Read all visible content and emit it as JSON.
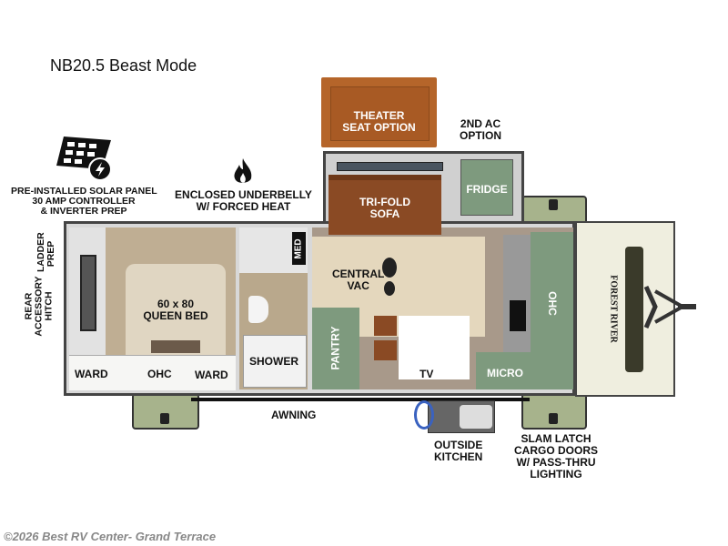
{
  "title": "NB20.5 Beast Mode",
  "callouts": {
    "theater_seat": "THEATER\nSEAT OPTION",
    "second_ac": "2ND AC\nOPTION",
    "solar": "PRE-INSTALLED SOLAR PANEL\n30 AMP CONTROLLER\n& INVERTER PREP",
    "underbelly": "ENCLOSED UNDERBELLY\nW/ FORCED HEAT",
    "ladder": "LADDER\nPREP",
    "hitch": "REAR\nACCESSORY\nHITCH",
    "awning": "AWNING",
    "outside_kitchen": "OUTSIDE\nKITCHEN",
    "cargo_doors": "SLAM LATCH\nCARGO DOORS\nW/ PASS-THRU\nLIGHTING"
  },
  "rooms": {
    "bed": "60 x 80\nQUEEN BED",
    "ward_left": "WARD",
    "ohc_rear": "OHC",
    "ward_right": "WARD",
    "med": "MED",
    "shower": "SHOWER",
    "sofa": "TRI-FOLD\nSOFA",
    "fridge": "FRIDGE",
    "central_vac": "CENTRAL\nVAC",
    "pantry": "PANTRY",
    "tv": "TV",
    "micro": "MICRO",
    "ohc_front": "OHC",
    "brand": "FOREST RIVER"
  },
  "colors": {
    "cabinet_green": "#7e9a7e",
    "sofa_brown": "#8a4a24",
    "theater_brown": "#b5652a",
    "front_cap": "#efeedf"
  },
  "footer": "©2026 Best RV Center- Grand Terrace"
}
